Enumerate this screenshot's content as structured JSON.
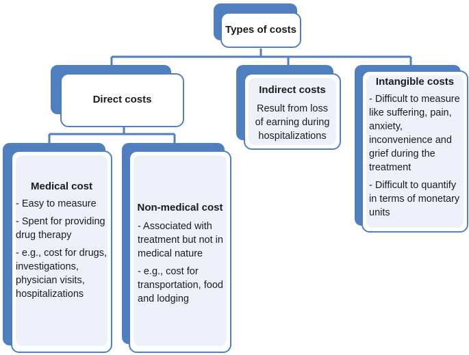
{
  "root": {
    "title": "Types of costs"
  },
  "direct": {
    "title": "Direct costs"
  },
  "indirect": {
    "title": "Indirect costs",
    "body": "Result from loss of earning during hospitalizations"
  },
  "intangible": {
    "title": "Intangible costs",
    "bullets": [
      "- Difficult to measure like suffering, pain, anxiety, inconvenience and grief during the treatment",
      "- Difficult to quantify in terms of monetary units"
    ]
  },
  "medical": {
    "title": "Medical cost",
    "bullets": [
      "- Easy to measure",
      "- Spent for providing drug therapy",
      "- e.g., cost for drugs, investigations, physician visits, hospitalizations"
    ]
  },
  "nonmedical": {
    "title": "Non-medical cost",
    "bullets": [
      "- Associated with treatment but not in medical nature",
      "- e.g., cost for transportation, food and lodging"
    ]
  },
  "colors": {
    "accent": "#4f7fbf",
    "fill": "#eef1fa"
  }
}
